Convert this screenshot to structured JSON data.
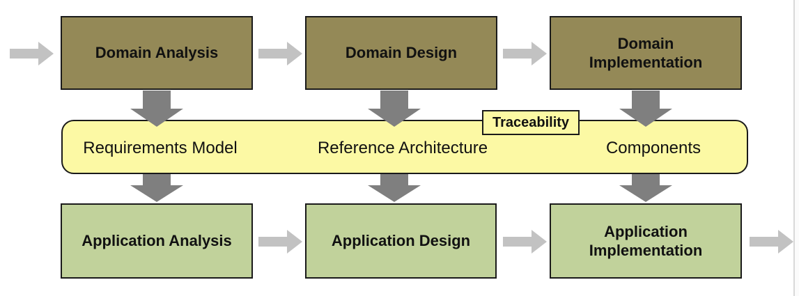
{
  "colors": {
    "domain-box-fill": "#948957",
    "application-box-fill": "#c1d29b",
    "band-fill": "#fcf9a4",
    "box-border": "#1a1a1a",
    "arrow-dark": "#7f7f7f",
    "arrow-light": "#c2c2c2",
    "page-edge": "#d9d9d9"
  },
  "top_row": {
    "boxes": [
      {
        "label": "Domain Analysis"
      },
      {
        "label": "Domain Design"
      },
      {
        "label": "Domain Implementation"
      }
    ]
  },
  "band": {
    "tag": "Traceability",
    "items": [
      {
        "label": "Requirements Model"
      },
      {
        "label": "Reference Architecture"
      },
      {
        "label": "Components"
      }
    ]
  },
  "bottom_row": {
    "boxes": [
      {
        "label": "Application Analysis"
      },
      {
        "label": "Application Design"
      },
      {
        "label": "Application Implementation"
      }
    ]
  }
}
